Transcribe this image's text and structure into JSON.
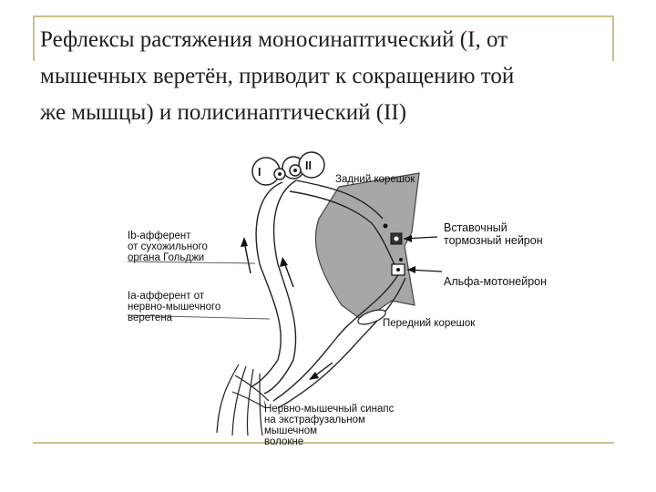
{
  "slide": {
    "title_lines": [
      "Рефлексы растяжения моносинаптический (I, от",
      "мышечных веретён, приводит к сокращению той",
      "же мышцы) и полисинаптический (II)"
    ]
  },
  "diagram": {
    "markers": {
      "one": "I",
      "two": "II"
    },
    "labels": {
      "dorsal_root": "Задний корешок",
      "interneuron_1": "Вставочный",
      "interneuron_2": "тормозный нейрон",
      "alpha_motoneuron": "Альфа-мотонейрон",
      "ventral_root": "Передний корешок",
      "ib_1": "Ib-афферент",
      "ib_2": "от сухожильного",
      "ib_3": "органа Гольджи",
      "ia_1": "Ia-афферент от",
      "ia_2": "нервно-мышечного",
      "ia_3": "веретена",
      "nmj_1": "Нервно-мышечный синапс",
      "nmj_2": "на экстрафузальном",
      "nmj_3": "мышечном",
      "nmj_4": "волокне"
    }
  }
}
